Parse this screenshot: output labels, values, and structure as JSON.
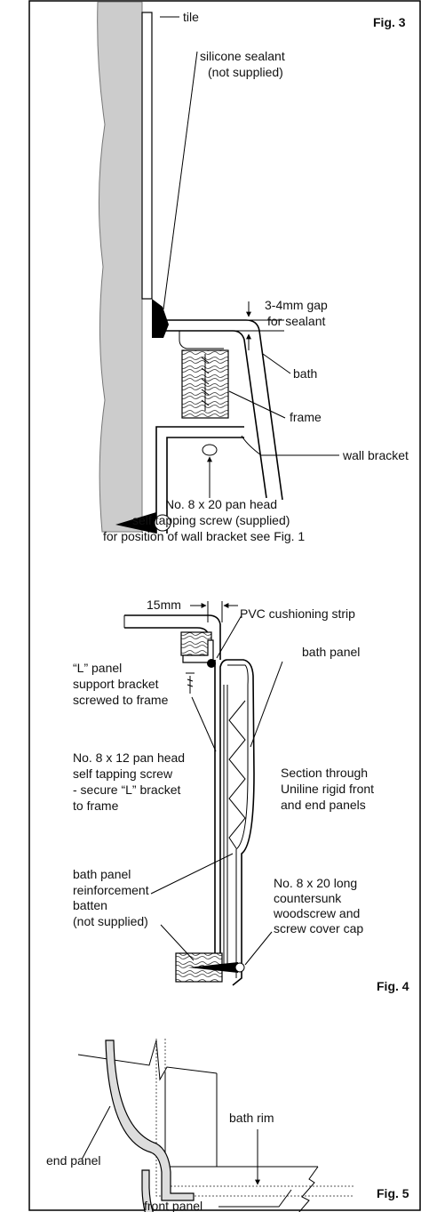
{
  "fig3": {
    "title": "Fig. 3",
    "labels": {
      "tile": "tile",
      "sealant_1": "silicone sealant",
      "sealant_2": "(not supplied)",
      "gap_1": "3-4mm gap",
      "gap_2": "for sealant",
      "bath": "bath",
      "frame": "frame",
      "wall_bracket": "wall bracket",
      "screw_1": "No. 8 x 20 pan head",
      "screw_2": "self tapping screw (supplied)",
      "screw_3": "for position of wall bracket see Fig. 1"
    }
  },
  "fig4": {
    "title": "Fig. 4",
    "labels": {
      "dim": "15mm",
      "pvc": "PVC cushioning strip",
      "bath_panel": "bath panel",
      "l_panel_1": "“L” panel",
      "l_panel_2": "support bracket",
      "l_panel_3": "screwed to frame",
      "screw12_1": "No. 8 x 12 pan head",
      "screw12_2": "self tapping screw",
      "screw12_3": "- secure “L” bracket",
      "screw12_4": "to frame",
      "section_1": "Section through",
      "section_2": "Uniline rigid front",
      "section_3": "and end panels",
      "reinf_1": "bath panel",
      "reinf_2": "reinforcement",
      "wood_1": "No. 8 x 20 long",
      "wood_2": "countersunk",
      "wood_3": "woodscrew and",
      "wood_4": "screw cover cap",
      "batten_1": "batten",
      "batten_2": "(not supplied)"
    }
  },
  "fig5": {
    "title": "Fig. 5",
    "labels": {
      "bath_rim": "bath rim",
      "end_panel": "end panel",
      "front_panel": "front panel"
    }
  }
}
